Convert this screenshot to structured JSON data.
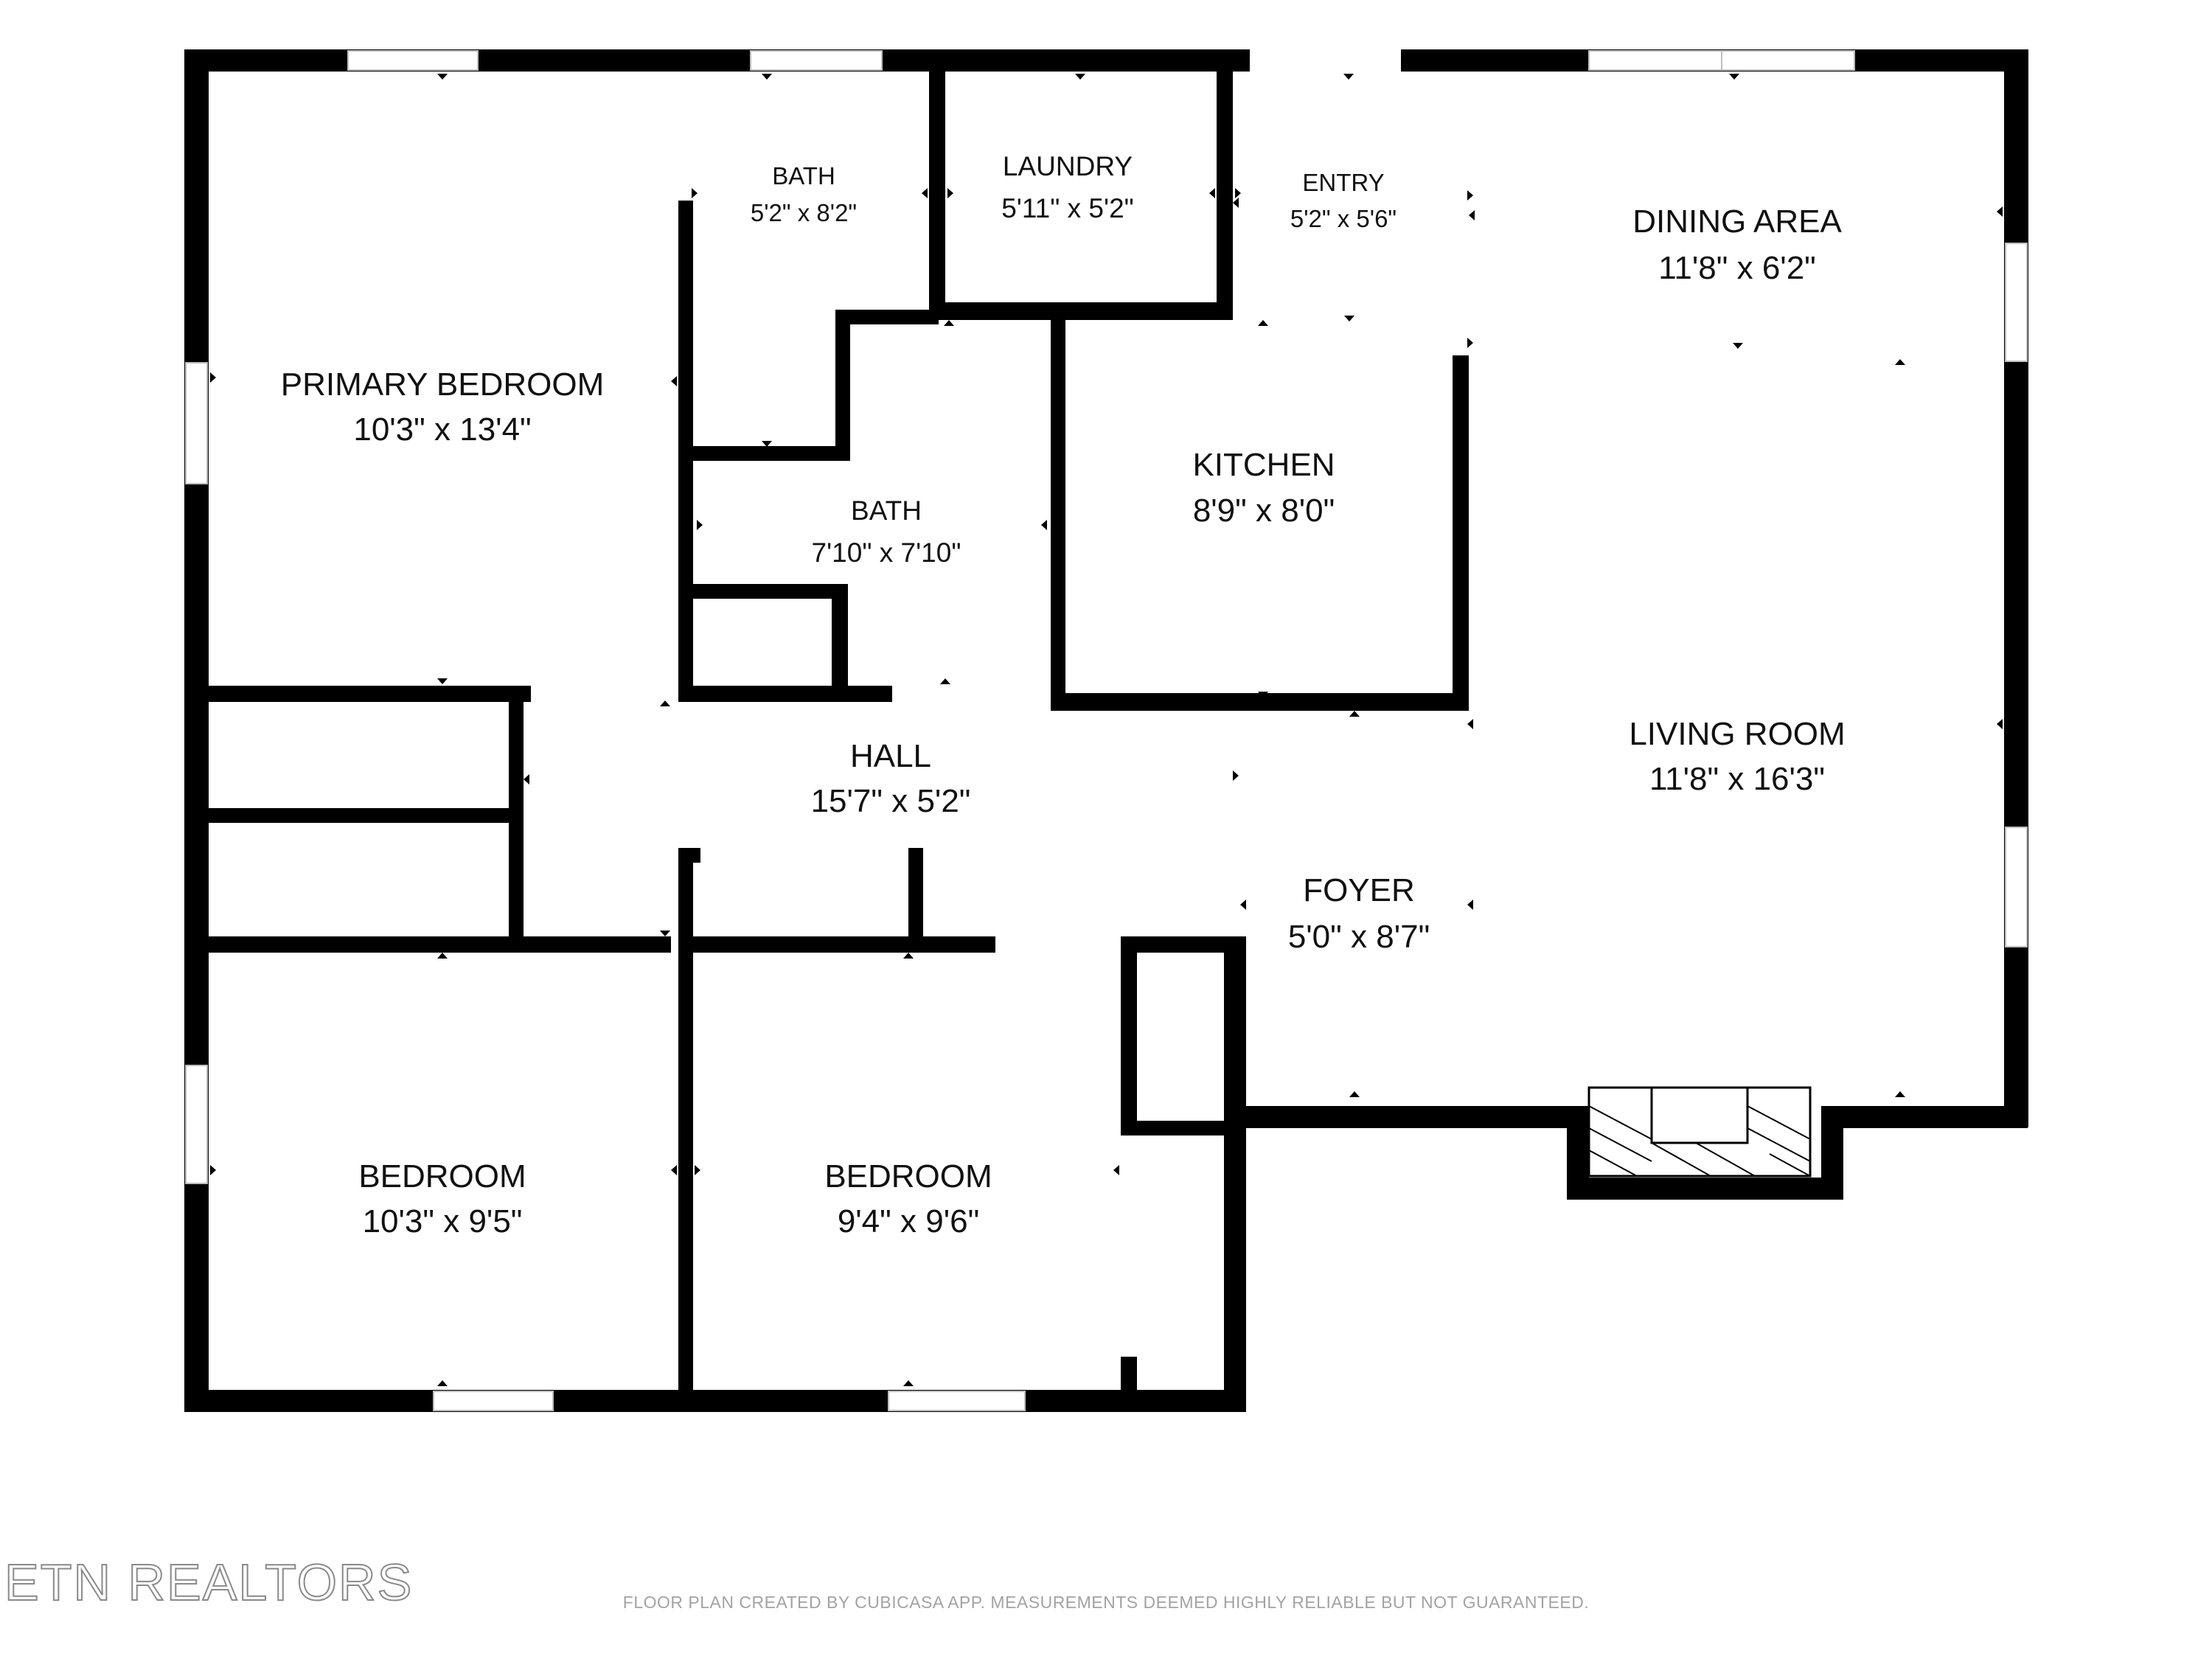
{
  "rooms": {
    "primary_bedroom": {
      "name": "PRIMARY BEDROOM",
      "dims": "10'3\" x 13'4\""
    },
    "bath_top": {
      "name": "BATH",
      "dims": "5'2\" x 8'2\""
    },
    "laundry": {
      "name": "LAUNDRY",
      "dims": "5'11\" x 5'2\""
    },
    "entry": {
      "name": "ENTRY",
      "dims": "5'2\" x 5'6\""
    },
    "dining_area": {
      "name": "DINING AREA",
      "dims": "11'8\" x 6'2\""
    },
    "bath_mid": {
      "name": "BATH",
      "dims": "7'10\" x 7'10\""
    },
    "kitchen": {
      "name": "KITCHEN",
      "dims": "8'9\" x 8'0\""
    },
    "hall": {
      "name": "HALL",
      "dims": "15'7\" x 5'2\""
    },
    "living_room": {
      "name": "LIVING ROOM",
      "dims": "11'8\" x 16'3\""
    },
    "foyer": {
      "name": "FOYER",
      "dims": "5'0\" x 8'7\""
    },
    "bedroom_left": {
      "name": "BEDROOM",
      "dims": "10'3\" x 9'5\""
    },
    "bedroom_right": {
      "name": "BEDROOM",
      "dims": "9'4\" x 9'6\""
    }
  },
  "watermark": "ETN REALTORS",
  "footer": "FLOOR PLAN CREATED BY CUBICASA APP. MEASUREMENTS DEEMED HIGHLY RELIABLE BUT NOT GUARANTEED.",
  "colors": {
    "wall": "#000000",
    "window": "#d9d9d9",
    "text": "#111111",
    "watermark_outline": "#8a8a8a",
    "footer": "#a3a3a3"
  }
}
